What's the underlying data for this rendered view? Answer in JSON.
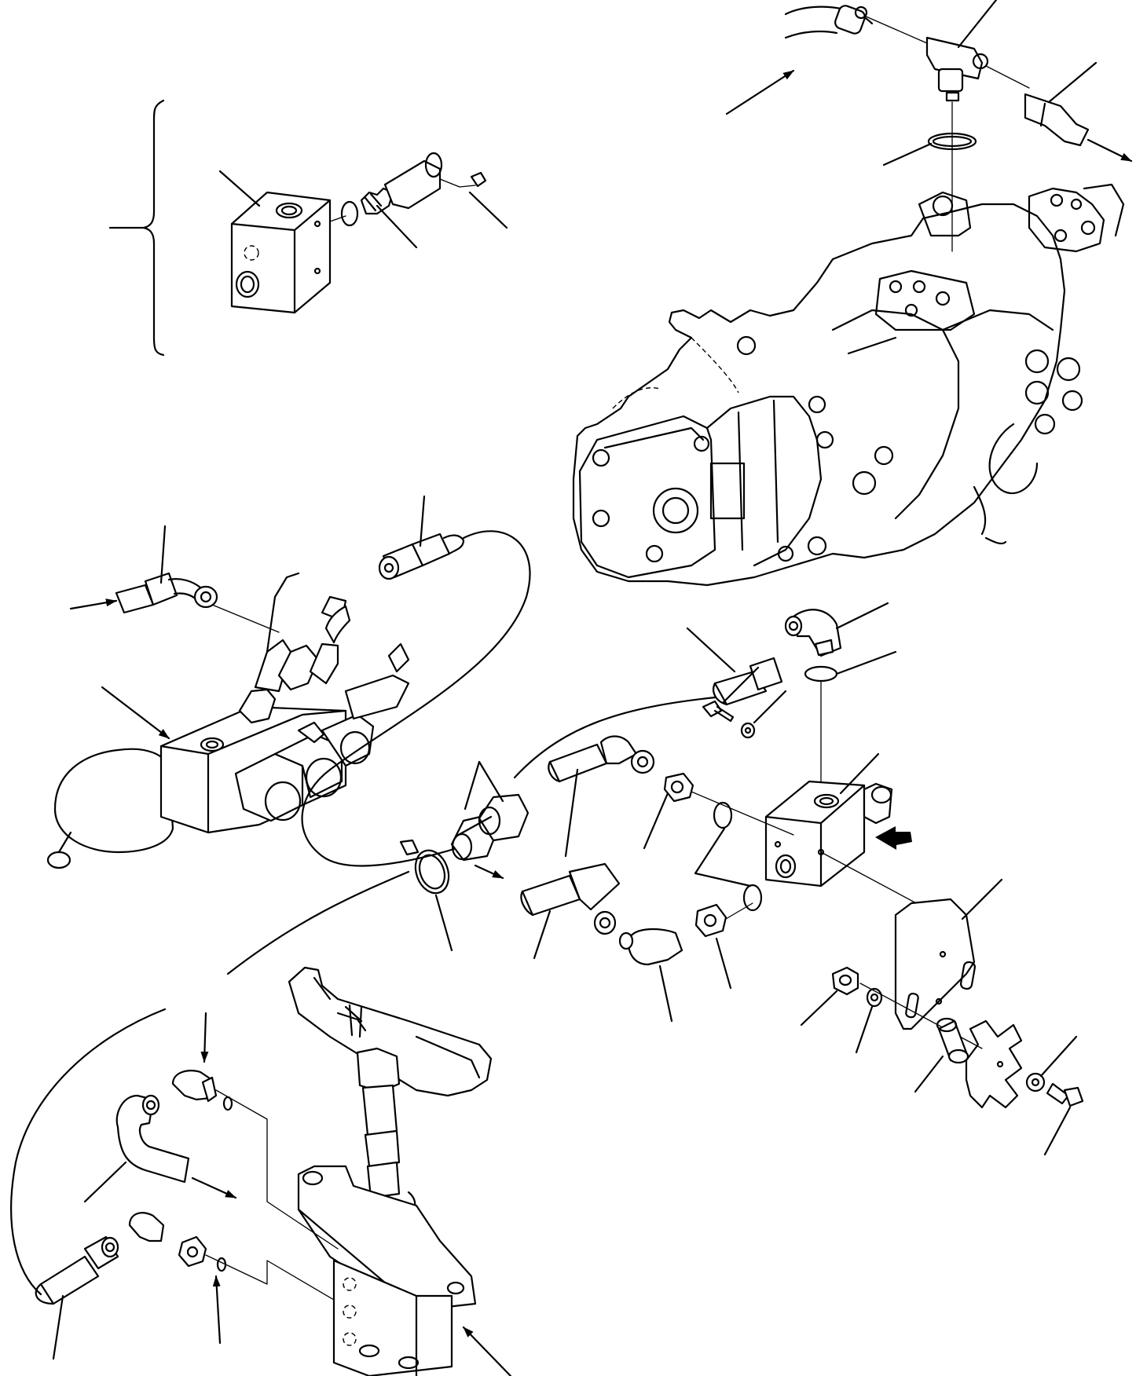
{
  "diagram": {
    "description_text": "",
    "leaders": [
      {
        "id": "hose-top-tee"
      },
      {
        "id": "fitting-top-right"
      },
      {
        "id": "oring-top"
      },
      {
        "id": "block-detail"
      },
      {
        "id": "cartridge-valve"
      },
      {
        "id": "screw-detail"
      },
      {
        "id": "brace-group"
      },
      {
        "id": "hose-left-inlet"
      },
      {
        "id": "hose-left-top"
      },
      {
        "id": "valve-manifold"
      },
      {
        "id": "hose-center-top"
      },
      {
        "id": "elbow-center"
      },
      {
        "id": "oring-center"
      },
      {
        "id": "bolt-center"
      },
      {
        "id": "washer-center"
      },
      {
        "id": "block-center"
      },
      {
        "id": "clamp-pair"
      },
      {
        "id": "hose-mid"
      },
      {
        "id": "adapter-upper"
      },
      {
        "id": "oring-pair"
      },
      {
        "id": "bracket"
      },
      {
        "id": "band-clamp"
      },
      {
        "id": "hose-lower"
      },
      {
        "id": "elbow-lower"
      },
      {
        "id": "adapter-lower"
      },
      {
        "id": "nut"
      },
      {
        "id": "washer-lower"
      },
      {
        "id": "spacer"
      },
      {
        "id": "washer-bolt"
      },
      {
        "id": "bolt-lower"
      },
      {
        "id": "brake-valve-top"
      },
      {
        "id": "hose-bottom-left"
      },
      {
        "id": "oring-bottom"
      },
      {
        "id": "brake-valve"
      }
    ]
  }
}
